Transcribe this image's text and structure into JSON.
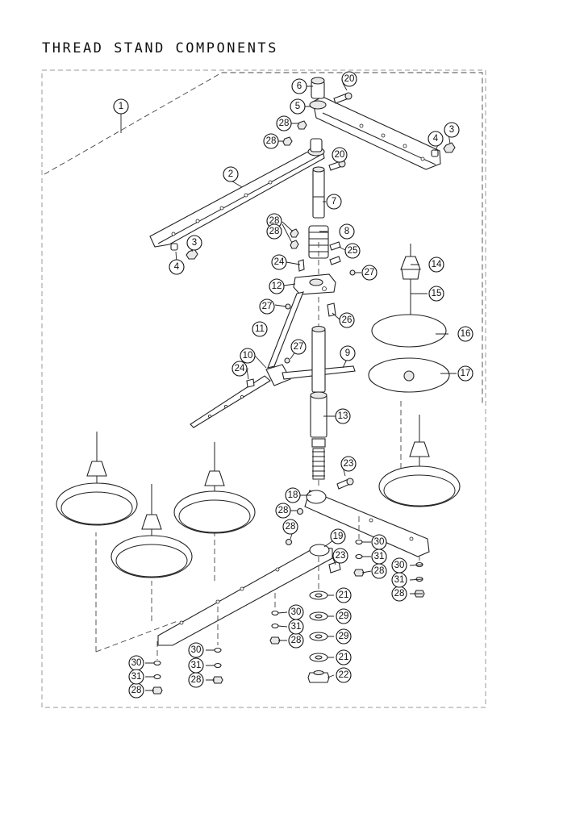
{
  "title": "THREAD STAND COMPONENTS",
  "callouts": [
    "1",
    "2",
    "3",
    "3",
    "4",
    "4",
    "5",
    "6",
    "7",
    "8",
    "9",
    "10",
    "11",
    "12",
    "13",
    "14",
    "15",
    "16",
    "17",
    "18",
    "19",
    "20",
    "20",
    "21",
    "21",
    "22",
    "23",
    "23",
    "24",
    "24",
    "25",
    "26",
    "27",
    "27",
    "27",
    "28",
    "28",
    "28",
    "28",
    "28",
    "28",
    "28",
    "28",
    "28",
    "28",
    "28",
    "29",
    "29",
    "30",
    "30",
    "30",
    "30",
    "30",
    "31",
    "31",
    "31",
    "31",
    "31"
  ]
}
